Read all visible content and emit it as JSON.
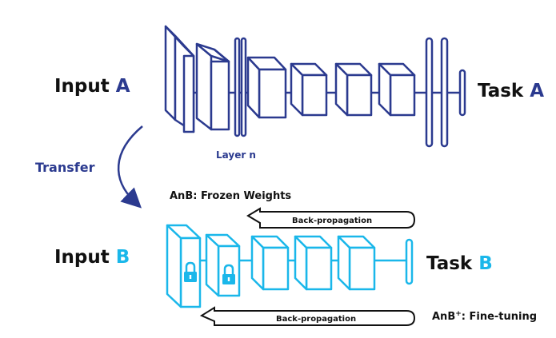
{
  "colors": {
    "network_a": "#2b3a8f",
    "network_b": "#1ab7ea",
    "text": "#111111",
    "transfer": "#2b3a8f"
  },
  "network_a": {
    "input_label_prefix": "Input ",
    "input_label_letter": "A",
    "task_label_prefix": "Task ",
    "task_label_letter": "A",
    "layer_label": "Layer n"
  },
  "transfer_label": "Transfer",
  "network_b": {
    "frozen_label": "AnB: Frozen Weights",
    "backprop_top_label": "Back-propagation",
    "input_label_prefix": "Input ",
    "input_label_letter": "B",
    "task_label_prefix": "Task ",
    "task_label_letter": "B",
    "backprop_bottom_label": "Back-propagation",
    "finetune_prefix": "AnB",
    "finetune_sup": "+",
    "finetune_suffix": ": Fine-tuning",
    "lock_icons": [
      "lock-icon",
      "lock-icon"
    ]
  }
}
